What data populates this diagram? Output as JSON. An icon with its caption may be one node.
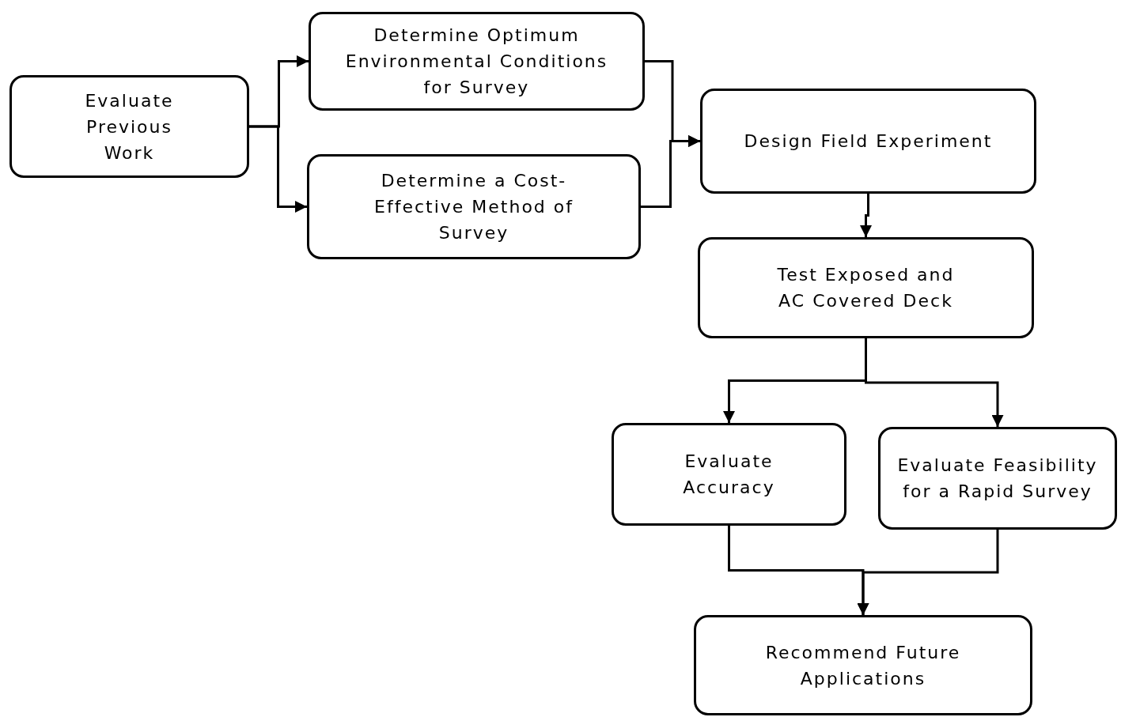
{
  "diagram": {
    "nodes": [
      {
        "text": [
          "Evaluate Previous Work"
        ]
      },
      {
        "text": [
          "Determine Optimum Environmental Conditions for Survey"
        ]
      },
      {
        "text": [
          "Determine a Cost-Effective Method of Survey"
        ]
      },
      {
        "text": [
          "Design Field Experiment"
        ]
      },
      {
        "text": [
          "Test Exposed and AC Covered Deck"
        ]
      },
      {
        "text": [
          "Evaluate Accuracy"
        ]
      },
      {
        "text": [
          "Evaluate Feasibility for a Rapid Survey"
        ]
      },
      {
        "text": [
          "Recommend Future Applications"
        ]
      }
    ],
    "edges": [
      {
        "from": 0,
        "to": 1,
        "arrow": "to"
      },
      {
        "from": 0,
        "to": 2,
        "arrow": "to"
      },
      {
        "from": 1,
        "to": 3,
        "arrow": "to"
      },
      {
        "from": 2,
        "to": 3,
        "arrow": "to"
      },
      {
        "from": 3,
        "to": 4,
        "arrow": "to"
      },
      {
        "from": 4,
        "to": 5,
        "arrow": "to"
      },
      {
        "from": 4,
        "to": 6,
        "arrow": "to"
      },
      {
        "from": 5,
        "to": 7,
        "arrow": "to"
      },
      {
        "from": 6,
        "to": 7,
        "arrow": "to"
      }
    ]
  }
}
